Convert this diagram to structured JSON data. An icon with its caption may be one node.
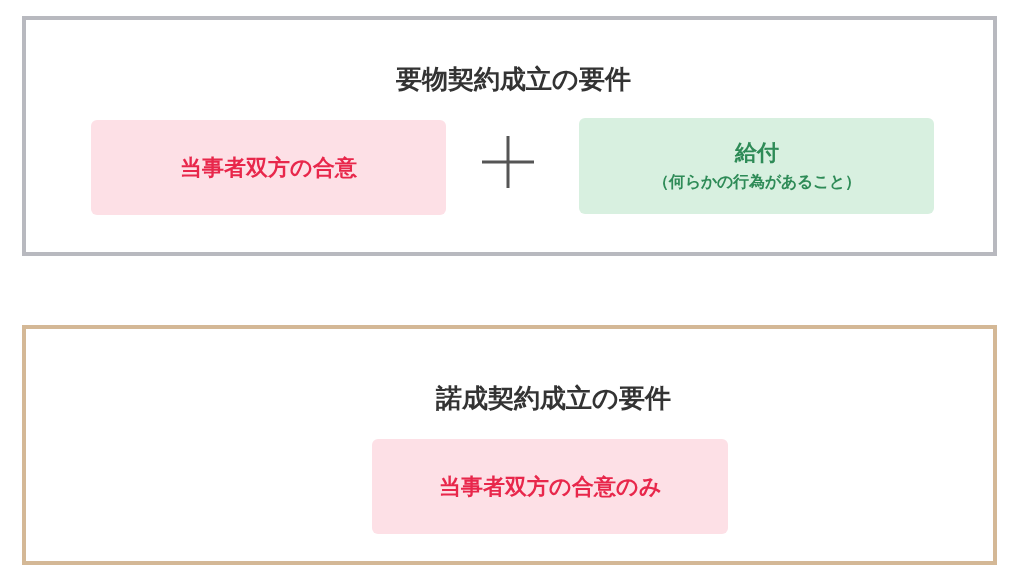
{
  "diagram": {
    "nodes": [
      {
        "text": [
          "要物契約成立の要件"
        ]
      },
      {
        "text": [
          "当事者双方の合意"
        ],
        "in": 0
      },
      {
        "text": [
          "給付",
          "（何らかの行為があること）"
        ],
        "in": 0
      },
      {
        "text": [
          "諾成契約成立の要件"
        ]
      },
      {
        "text": [
          "当事者双方の合意のみ"
        ],
        "in": 3
      }
    ]
  }
}
